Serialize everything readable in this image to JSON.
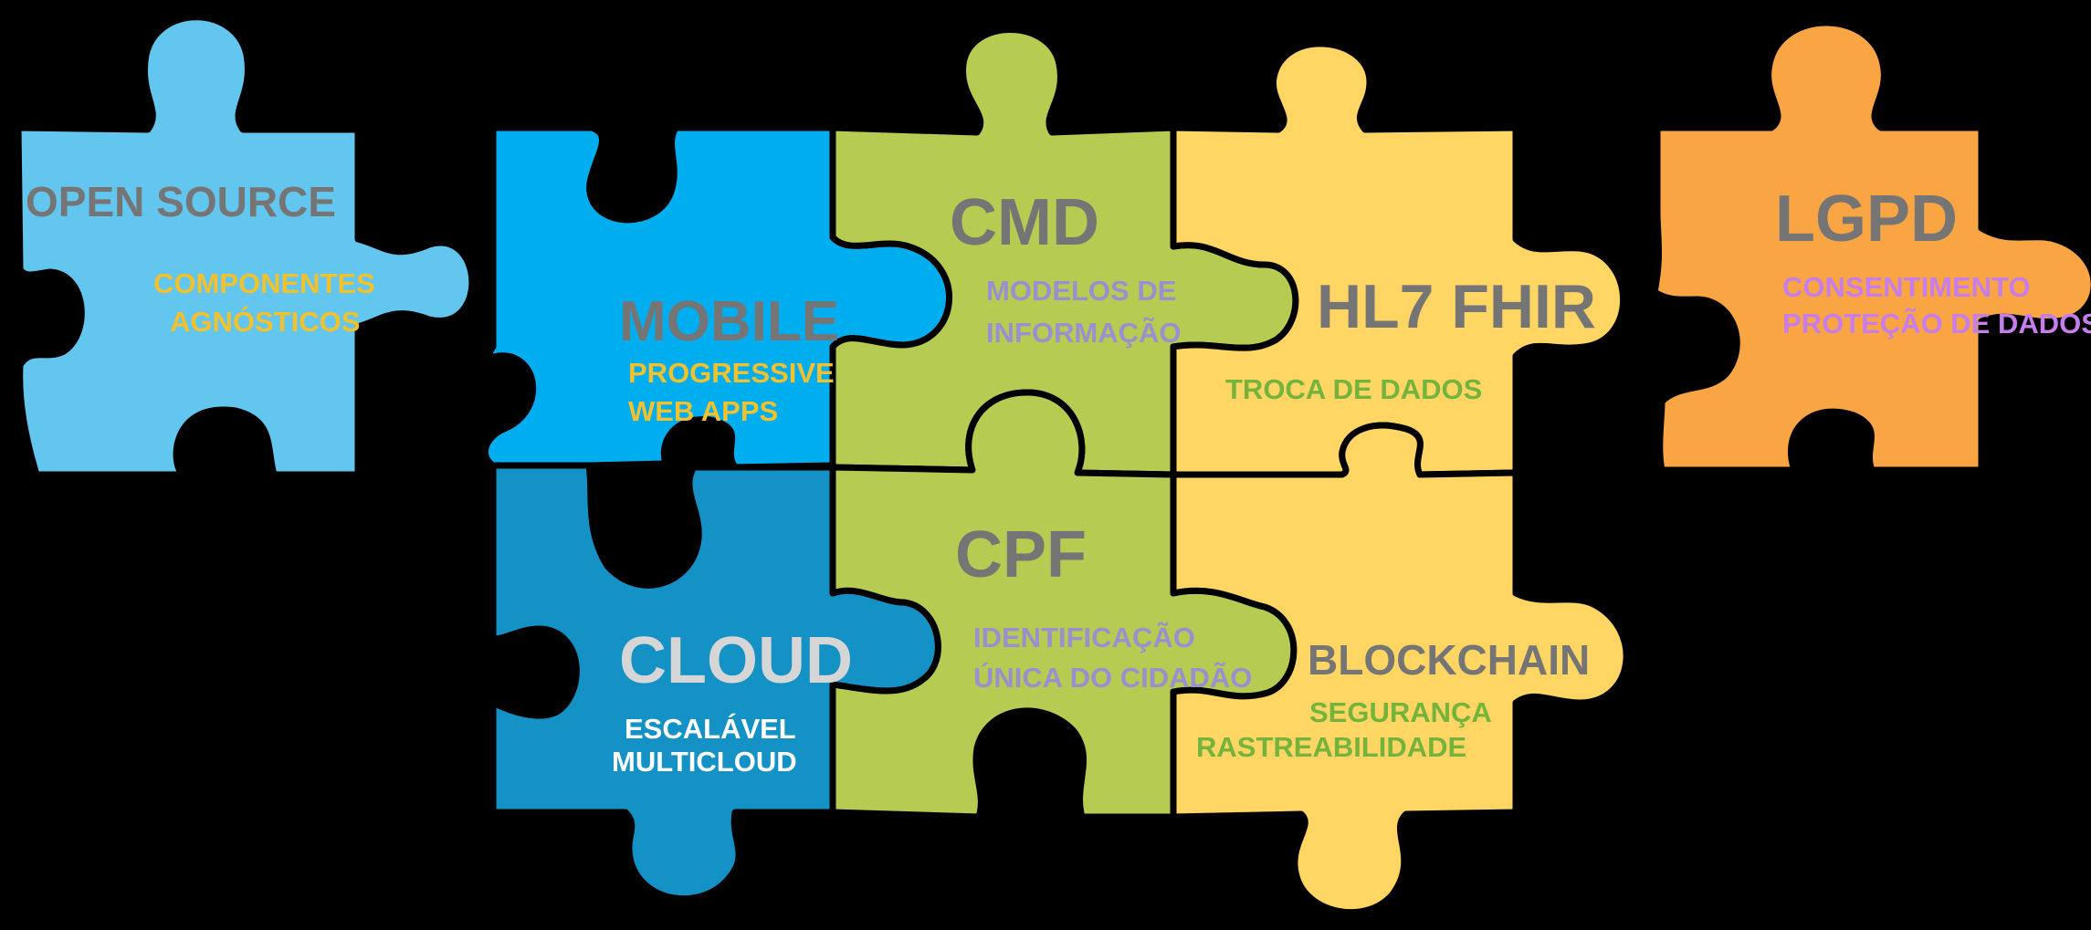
{
  "pieces": {
    "open_source": {
      "title": "OPEN SOURCE",
      "line1": "COMPONENTES",
      "line2": "AGNÓSTICOS",
      "fill": "#63c6ee",
      "title_color": "#757575",
      "sub_color": "#f2c12e"
    },
    "mobile": {
      "title": "MOBILE",
      "line1": "PROGRESSIVE",
      "line2": "WEB APPS",
      "fill": "#00adef",
      "title_color": "#757575",
      "sub_color": "#f2c12e"
    },
    "cmd": {
      "title": "CMD",
      "line1": "MODELOS DE",
      "line2": "INFORMAÇÃO",
      "fill": "#b5cb52",
      "title_color": "#757575",
      "sub_color": "#9b8fd0"
    },
    "hl7": {
      "title": "HL7 FHIR",
      "line1": "TROCA DE DADOS",
      "fill": "#ffd563",
      "title_color": "#757575",
      "sub_color": "#74b43d"
    },
    "lgpd": {
      "title": "LGPD",
      "line1": "CONSENTIMENTO",
      "line2": "PROTEÇÃO DE DADOS",
      "fill": "#f9a543",
      "title_color": "#757575",
      "sub_color": "#c77dea"
    },
    "cloud": {
      "title": "CLOUD",
      "line1": "ESCALÁVEL",
      "line2": "MULTICLOUD",
      "fill": "#1491c5",
      "title_color": "#d6d6d6",
      "sub_color": "#ffffff"
    },
    "cpf": {
      "title": "CPF",
      "line1": "IDENTIFICAÇÃO",
      "line2": "ÚNICA DO CIDADÃO",
      "fill": "#b5cb52",
      "title_color": "#757575",
      "sub_color": "#9b8fd0"
    },
    "blockchain": {
      "title": "BLOCKCHAIN",
      "line1": "SEGURANÇA",
      "line2": "RASTREABILIDADE",
      "fill": "#ffd563",
      "title_color": "#757575",
      "sub_color": "#74b43d"
    }
  },
  "outline_color": "#000000"
}
